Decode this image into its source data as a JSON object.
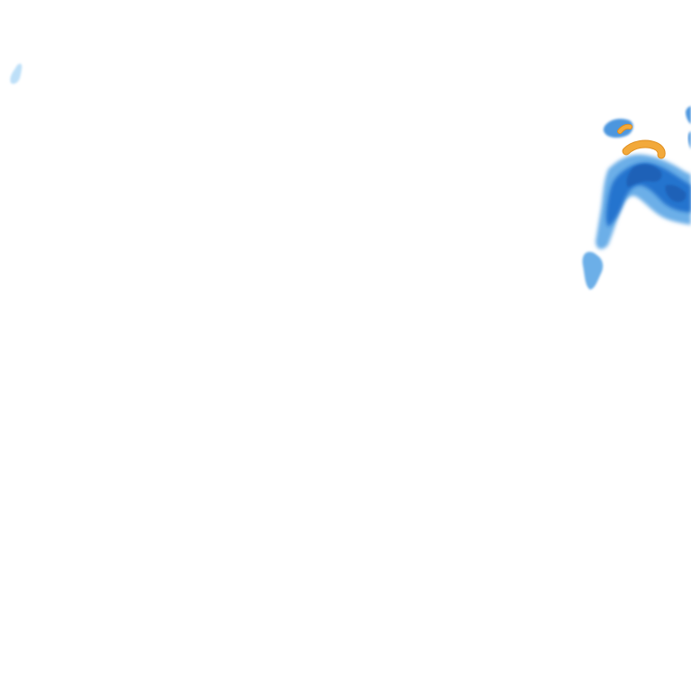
{
  "map": {
    "layer": "precipitation-radar",
    "background_color": "#ffffff",
    "intensity_colors": {
      "very_light": "#b7dcf7",
      "light": "#8cc4f0",
      "moderate_light": "#5ea8e6",
      "moderate": "#3d8ddb",
      "heavy": "#1f6fcc",
      "very_heavy": "#1b5fb5",
      "core": "#f2a93b",
      "core_edge": "#e08e1e"
    },
    "echo_cells": [
      {
        "name": "echo-northwest-speck",
        "intensity": "very_light"
      },
      {
        "name": "echo-main-band",
        "intensity": "heavy"
      },
      {
        "name": "echo-east-edge",
        "intensity": "moderate"
      },
      {
        "name": "echo-southern-tail",
        "intensity": "moderate_light"
      },
      {
        "name": "echo-small-north-cell",
        "intensity": "moderate"
      },
      {
        "name": "echo-orange-core",
        "intensity": "core"
      }
    ]
  }
}
